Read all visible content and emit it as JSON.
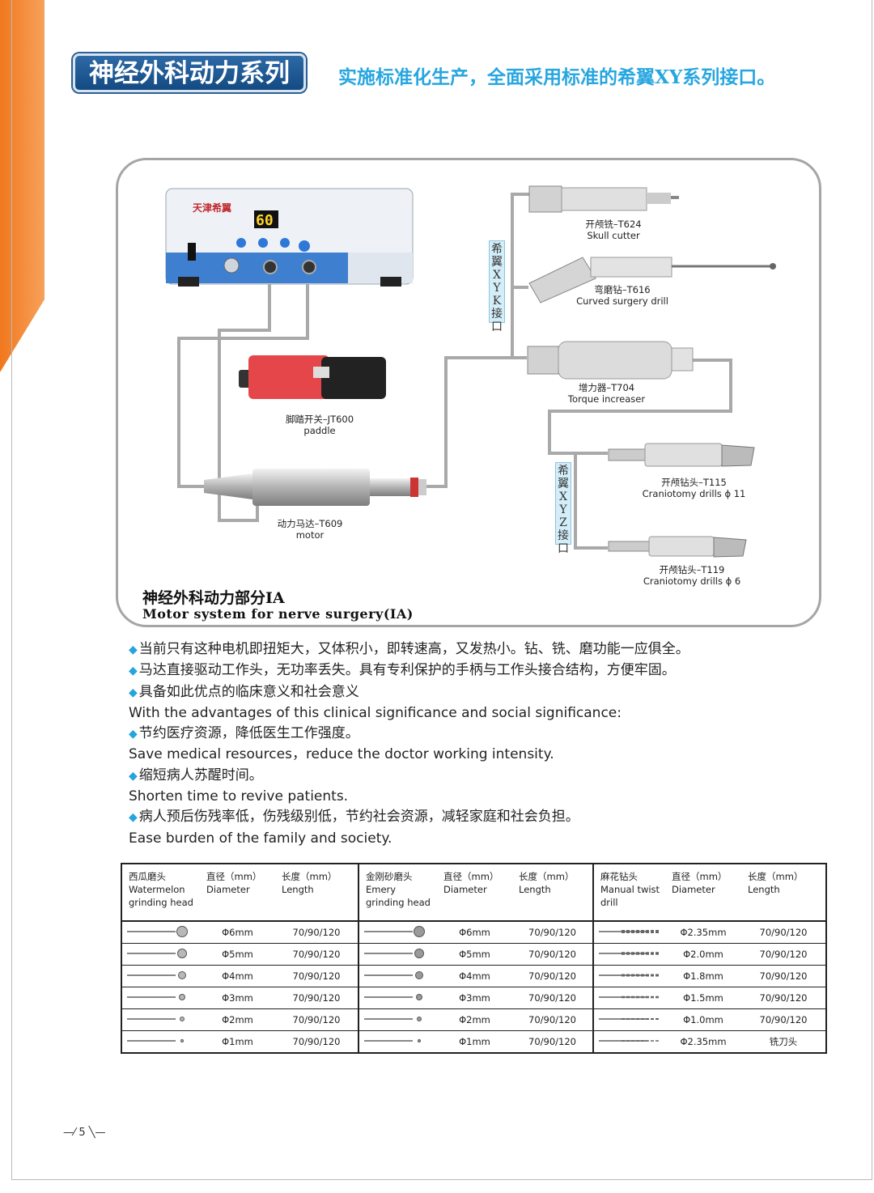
{
  "header": {
    "title": "神经外科动力系列",
    "slogan": "实施标准化生产，全面采用标准的希翼XY系列接口。"
  },
  "diagram": {
    "console_brand": "天津希翼",
    "console_display": "60",
    "interface_xyk": "希翼XYK接口",
    "interface_xyz": "希翼XYZ接口",
    "parts": [
      {
        "cn": "开颅铣–T624",
        "en": "Skull cutter"
      },
      {
        "cn": "弯磨钻–T616",
        "en": "Curved surgery drill"
      },
      {
        "cn": "增力器–T704",
        "en": "Torque increaser"
      },
      {
        "cn": "开颅钻头–T115",
        "en": "Craniotomy drills ϕ 11"
      },
      {
        "cn": "开颅钻头–T119",
        "en": "Craniotomy drills ϕ 6"
      },
      {
        "cn": "脚踏开关–JT600",
        "en": "paddle"
      },
      {
        "cn": "动力马达–T609",
        "en": "motor"
      }
    ]
  },
  "section": {
    "cn": "神经外科动力部分IA",
    "en": "Motor system for nerve surgery(IA)"
  },
  "features": [
    {
      "bullet": true,
      "text": "当前只有这种电机即扭矩大，又体积小，即转速高，又发热小。钻、铣、磨功能一应俱全。"
    },
    {
      "bullet": true,
      "text": "马达直接驱动工作头，无功率丢失。具有专利保护的手柄与工作头接合结构，方便牢固。"
    },
    {
      "bullet": true,
      "text": "具备如此优点的临床意义和社会意义"
    },
    {
      "bullet": false,
      "text": "With the advantages of this clinical significance and social significance:"
    },
    {
      "bullet": true,
      "text": "节约医疗资源，降低医生工作强度。"
    },
    {
      "bullet": false,
      "text": "Save medical resources，reduce the doctor working intensity."
    },
    {
      "bullet": true,
      "text": "缩短病人苏醒时间。"
    },
    {
      "bullet": false,
      "text": "Shorten time to revive patients."
    },
    {
      "bullet": true,
      "text": "病人预后伤残率低，伤残级别低，节约社会资源，减轻家庭和社会负担。"
    },
    {
      "bullet": false,
      "text": "Ease burden of the family and society."
    }
  ],
  "spec_table": {
    "groups": [
      {
        "name_cn": "西瓜磨头",
        "name_en": "Watermelon grinding head",
        "dia_cn": "直径（mm）",
        "dia_en": "Diameter",
        "len_cn": "长度（mm）",
        "len_en": "Length",
        "rows": [
          {
            "dia": "Φ6mm",
            "len": "70/90/120"
          },
          {
            "dia": "Φ5mm",
            "len": "70/90/120"
          },
          {
            "dia": "Φ4mm",
            "len": "70/90/120"
          },
          {
            "dia": "Φ3mm",
            "len": "70/90/120"
          },
          {
            "dia": "Φ2mm",
            "len": "70/90/120"
          },
          {
            "dia": "Φ1mm",
            "len": "70/90/120"
          }
        ]
      },
      {
        "name_cn": "金刚砂磨头",
        "name_en": "Emery grinding head",
        "dia_cn": "直径（mm）",
        "dia_en": "Diameter",
        "len_cn": "长度（mm）",
        "len_en": "Length",
        "rows": [
          {
            "dia": "Φ6mm",
            "len": "70/90/120"
          },
          {
            "dia": "Φ5mm",
            "len": "70/90/120"
          },
          {
            "dia": "Φ4mm",
            "len": "70/90/120"
          },
          {
            "dia": "Φ3mm",
            "len": "70/90/120"
          },
          {
            "dia": "Φ2mm",
            "len": "70/90/120"
          },
          {
            "dia": "Φ1mm",
            "len": "70/90/120"
          }
        ]
      },
      {
        "name_cn": "麻花钻头",
        "name_en": "Manual twist drill",
        "dia_cn": "直径（mm）",
        "dia_en": "Diameter",
        "len_cn": "长度（mm）",
        "len_en": "Length",
        "rows": [
          {
            "dia": "Φ2.35mm",
            "len": "70/90/120"
          },
          {
            "dia": "Φ2.0mm",
            "len": "70/90/120"
          },
          {
            "dia": "Φ1.8mm",
            "len": "70/90/120"
          },
          {
            "dia": "Φ1.5mm",
            "len": "70/90/120"
          },
          {
            "dia": "Φ1.0mm",
            "len": "70/90/120"
          },
          {
            "dia": "Φ2.35mm",
            "len": "铣刀头"
          }
        ]
      }
    ]
  },
  "footer": {
    "page_number": "5"
  }
}
